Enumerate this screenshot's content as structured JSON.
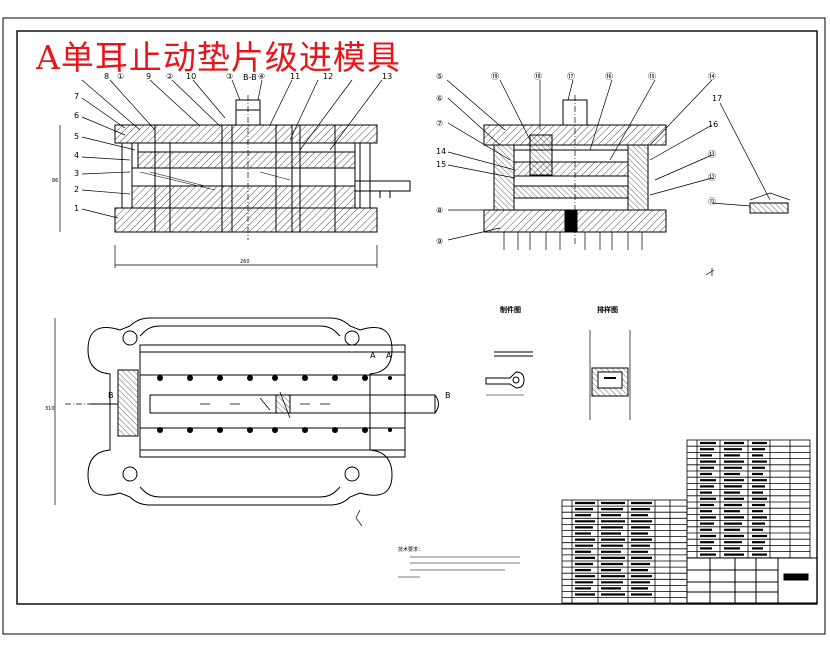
{
  "title": "A单耳止动垫片级进模具",
  "callouts_left": [
    "8",
    "①",
    "9",
    "②",
    "10",
    "③",
    "④",
    "11",
    "12",
    "13",
    "7",
    "6",
    "5",
    "4",
    "3",
    "2",
    "1"
  ],
  "callouts_right": [
    "⑤",
    "⑲",
    "⑱",
    "⑰",
    "⑯",
    "⑮",
    "⑭",
    "⑥",
    "⑦",
    "14",
    "15",
    "⑧",
    "⑨",
    "16",
    "⑬",
    "⑫",
    "⑪",
    "17"
  ],
  "section_label": "B-B",
  "strip_labels": [
    "B",
    "B",
    "A",
    "A"
  ],
  "detail_labels": {
    "part": "制件图",
    "layout": "排样图"
  },
  "notes_heading": "技术要求：",
  "colors": {
    "ink": "#000000",
    "title": "#e8141c",
    "paper": "#ffffff"
  }
}
